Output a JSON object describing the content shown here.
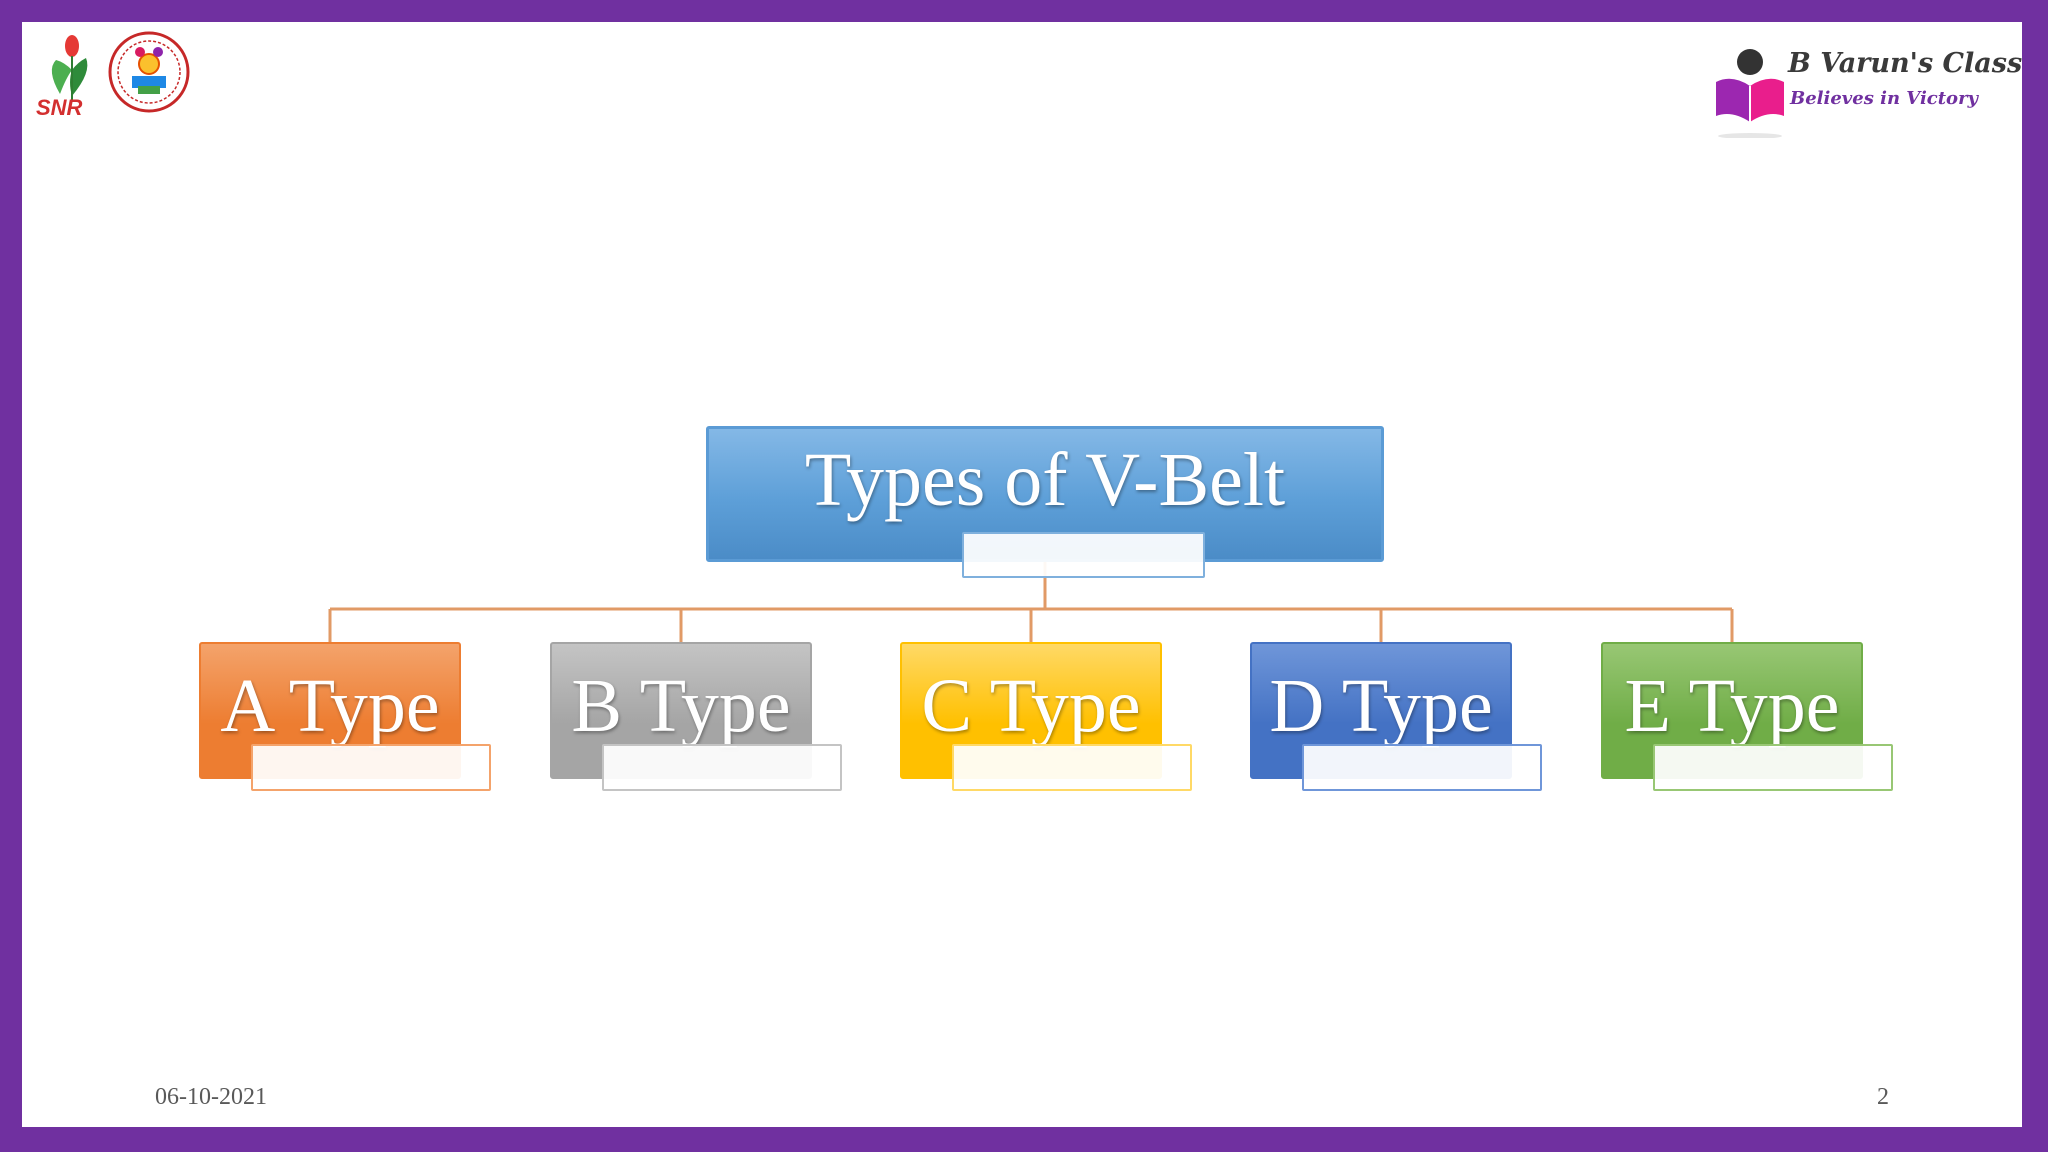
{
  "slide": {
    "root": {
      "label": "Types of V-Belt",
      "color": "#5b9bd5"
    },
    "children": [
      {
        "label": "A Type",
        "color": "#ed7d31",
        "light": "#f4a36b"
      },
      {
        "label": "B Type",
        "color": "#a5a5a5",
        "light": "#c4c4c4"
      },
      {
        "label": "C Type",
        "color": "#ffc000",
        "light": "#ffd966"
      },
      {
        "label": "D Type",
        "color": "#4472c4",
        "light": "#6f96d9"
      },
      {
        "label": "E Type",
        "color": "#70ad47",
        "light": "#98c774"
      }
    ],
    "connector_color": "#e19a66",
    "footer": {
      "date": "06-10-2021",
      "page": "2"
    }
  },
  "branding": {
    "left_logo_text": "SNR",
    "right_title": "B Varun's Class",
    "right_tagline": "Believes in Victory",
    "frame_color": "#7030a0"
  }
}
